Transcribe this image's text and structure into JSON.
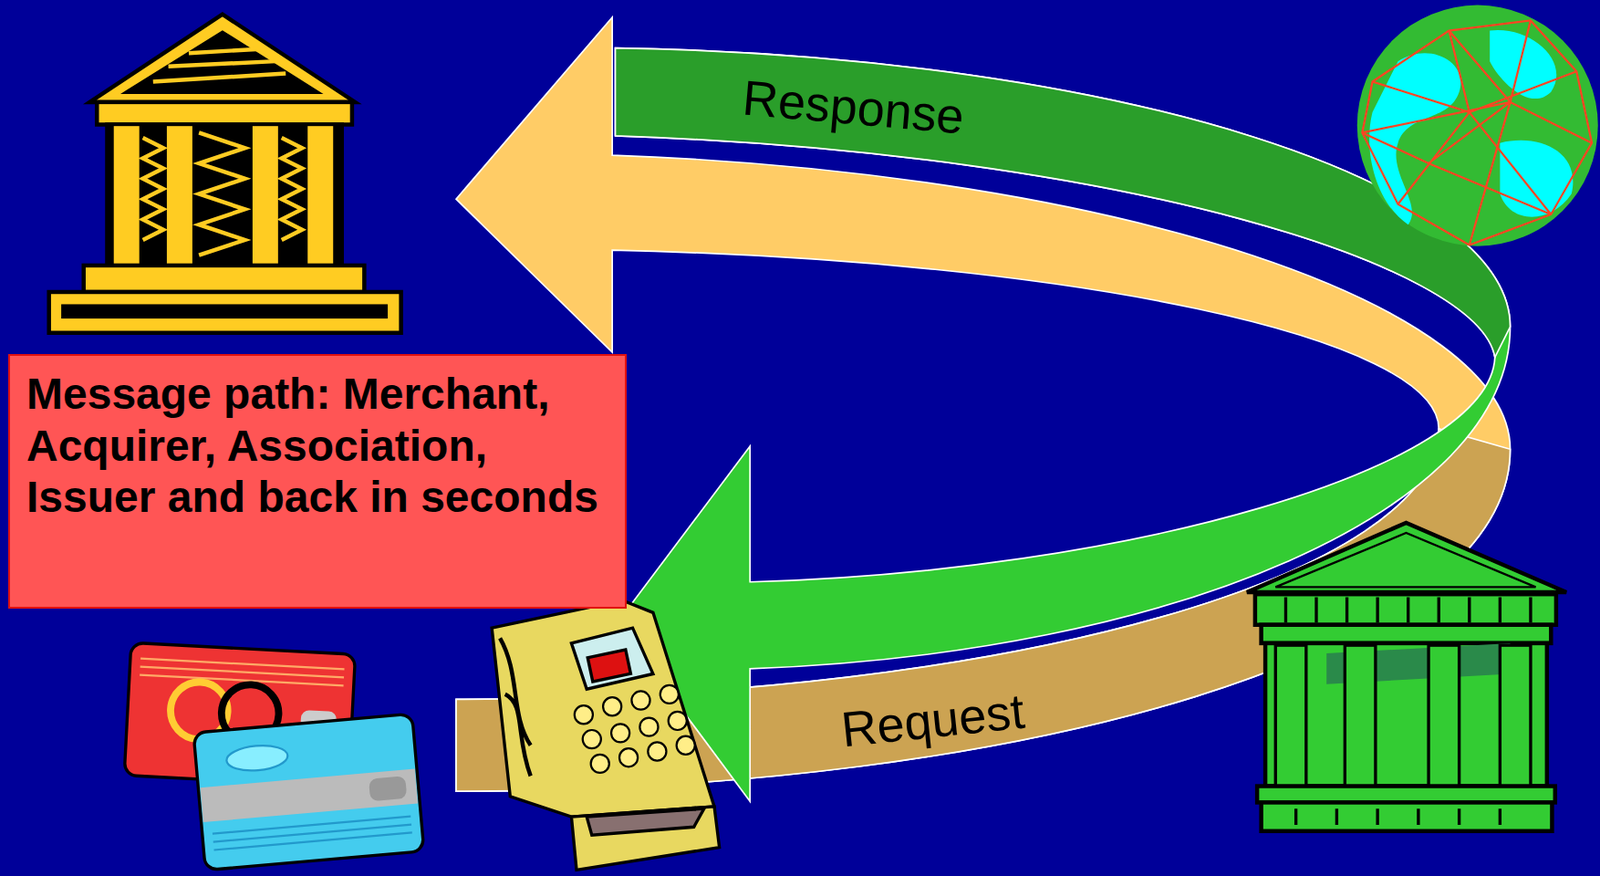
{
  "diagram": {
    "nodes": [
      {
        "text": [
          "Message path: Merchant, Acquirer, Association, Issuer and back in seconds"
        ]
      }
    ],
    "labels": [
      "Response",
      "Request"
    ]
  }
}
